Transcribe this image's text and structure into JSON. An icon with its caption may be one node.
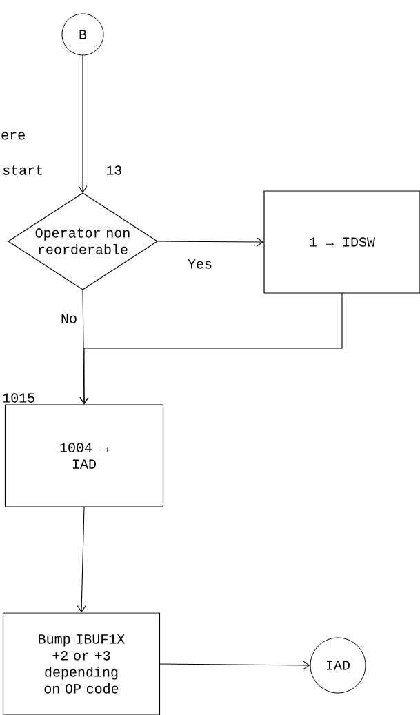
{
  "diagram": {
    "nodes": [
      {
        "text": [
          "B"
        ]
      },
      {
        "text": [
          "Operator non reorderable"
        ]
      },
      {
        "text": [
          "1 → IDSW"
        ]
      },
      {
        "text": [
          "1004 →",
          "IAD"
        ]
      },
      {
        "text": [
          "Bump IBUF1X +2 or +3 depending on OP code"
        ]
      },
      {
        "text": [
          "IAD"
        ]
      }
    ],
    "edges": [
      {
        "from": 0,
        "to": 1,
        "arrow": "to"
      },
      {
        "from": 1,
        "to": 2,
        "arrow": "to",
        "label": "Yes"
      },
      {
        "from": 1,
        "to": 3,
        "arrow": "to",
        "label": "No"
      },
      {
        "from": 2,
        "to": 3,
        "arrow": "to"
      },
      {
        "from": 3,
        "to": 4,
        "arrow": "to"
      },
      {
        "from": 4,
        "to": 5,
        "arrow": "to"
      }
    ],
    "labels": [
      "ere",
      "start",
      "13",
      "1015"
    ]
  }
}
